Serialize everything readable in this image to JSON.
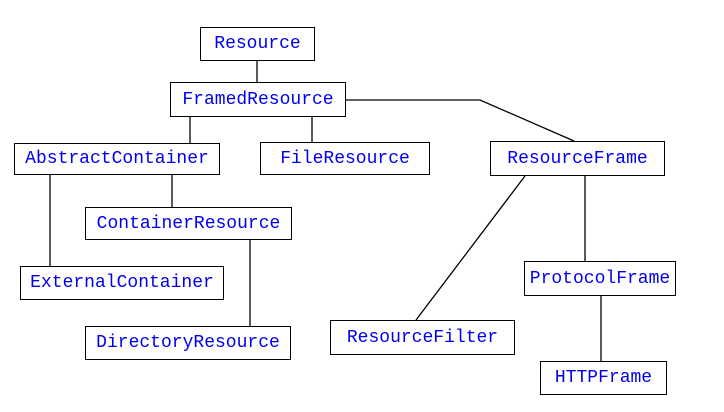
{
  "diagram": {
    "type": "class-hierarchy",
    "background": "#ffffff",
    "line_color": "#000000",
    "text_color": "#0000ee",
    "nodes": {
      "resource": {
        "label": "Resource"
      },
      "framed_resource": {
        "label": "FramedResource"
      },
      "abstract_container": {
        "label": "AbstractContainer"
      },
      "file_resource": {
        "label": "FileResource"
      },
      "resource_frame": {
        "label": "ResourceFrame"
      },
      "container_resource": {
        "label": "ContainerResource"
      },
      "external_container": {
        "label": "ExternalContainer"
      },
      "directory_resource": {
        "label": "DirectoryResource"
      },
      "resource_filter": {
        "label": "ResourceFilter"
      },
      "protocol_frame": {
        "label": "ProtocolFrame"
      },
      "http_frame": {
        "label": "HTTPFrame"
      }
    },
    "edges": [
      {
        "from": "Resource",
        "to": "FramedResource"
      },
      {
        "from": "FramedResource",
        "to": "AbstractContainer"
      },
      {
        "from": "FramedResource",
        "to": "FileResource"
      },
      {
        "from": "FramedResource",
        "to": "ResourceFrame"
      },
      {
        "from": "AbstractContainer",
        "to": "ExternalContainer"
      },
      {
        "from": "AbstractContainer",
        "to": "ContainerResource"
      },
      {
        "from": "ContainerResource",
        "to": "DirectoryResource"
      },
      {
        "from": "ResourceFrame",
        "to": "ResourceFilter"
      },
      {
        "from": "ResourceFrame",
        "to": "ProtocolFrame"
      },
      {
        "from": "ProtocolFrame",
        "to": "HTTPFrame"
      }
    ]
  }
}
